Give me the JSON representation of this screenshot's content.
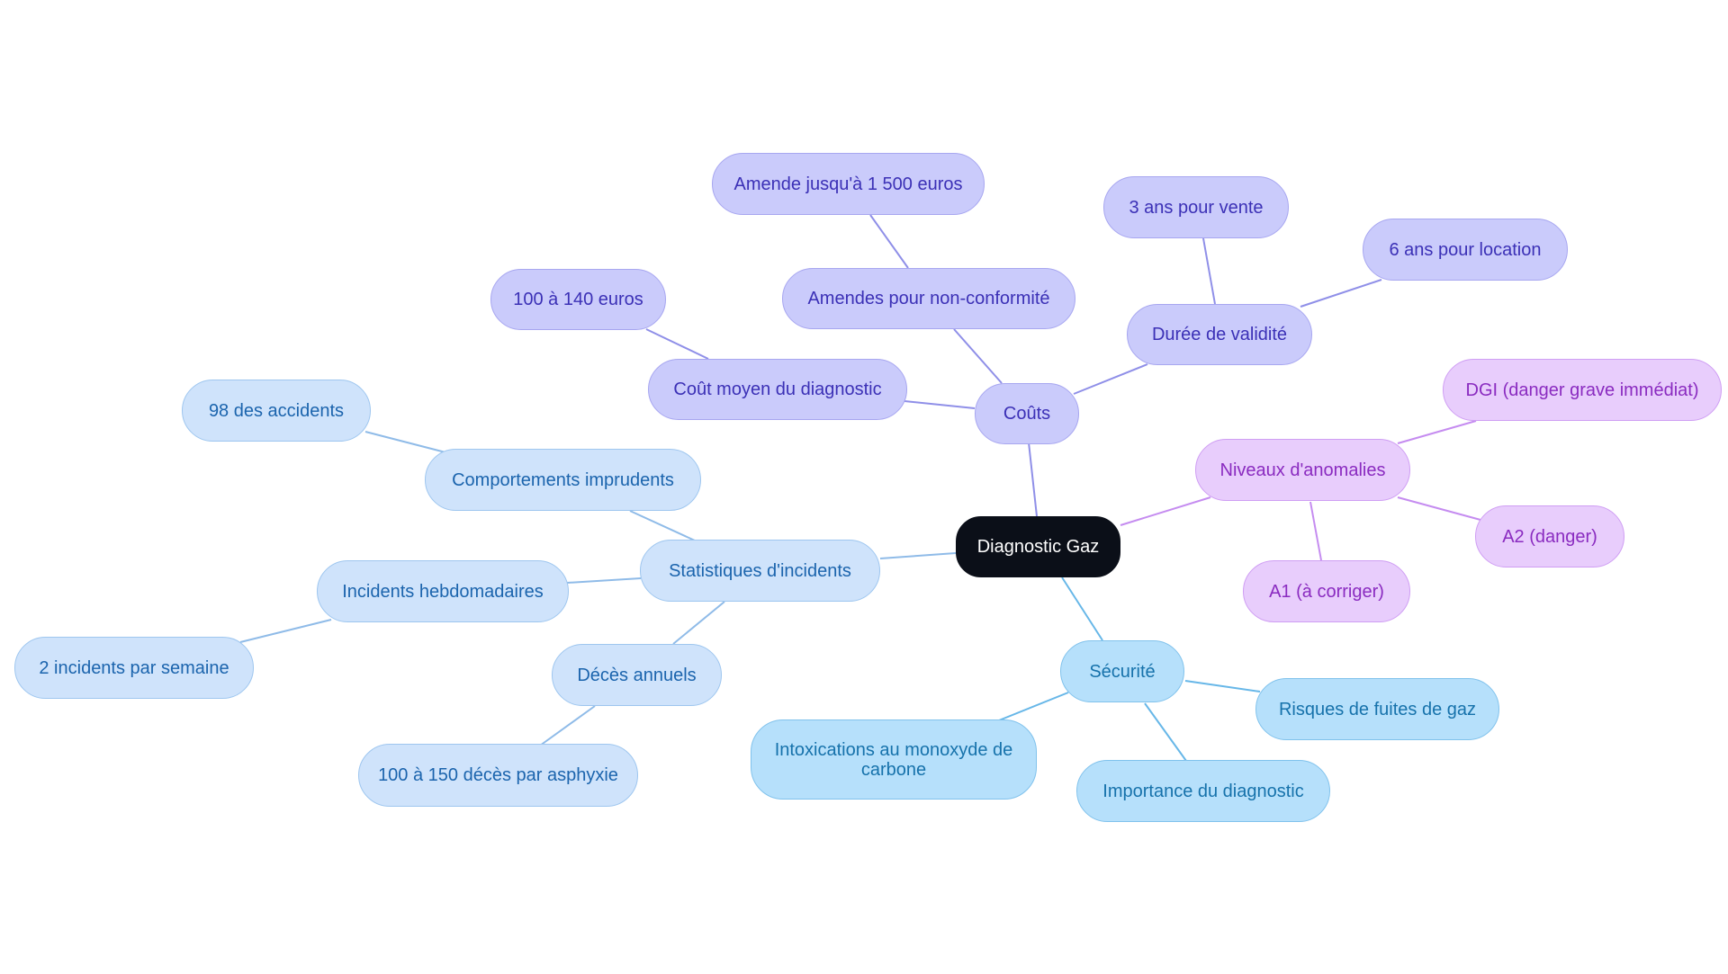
{
  "colors": {
    "couts_edge": "#8f8fe8",
    "niv_edge": "#c58cf0",
    "secu_edge": "#67b7e8",
    "stat_edge": "#8fbbe8"
  },
  "nodes": {
    "center": "Diagnostic Gaz",
    "couts": "Coûts",
    "cout_moyen": "Coût moyen du diagnostic",
    "prix": "100 à 140 euros",
    "amendes": "Amendes pour non-conformité",
    "amende_max": "Amende jusqu'à 1 500 euros",
    "duree": "Durée de validité",
    "vente": "3 ans pour vente",
    "location": "6 ans pour location",
    "niveaux": "Niveaux d'anomalies",
    "dgi": "DGI (danger grave immédiat)",
    "a2": "A2 (danger)",
    "a1": "A1 (à corriger)",
    "securite": "Sécurité",
    "fuites": "Risques de fuites de gaz",
    "importance": "Importance du diagnostic",
    "intox_line1": "Intoxications au monoxyde de",
    "intox_line2": "carbone",
    "stats": "Statistiques d'incidents",
    "comportements": "Comportements imprudents",
    "accidents": "98 des accidents",
    "hebdo": "Incidents hebdomadaires",
    "par_semaine": "2 incidents par semaine",
    "deces": "Décès annuels",
    "asphyxie": "100 à 150 décès par asphyxie"
  }
}
